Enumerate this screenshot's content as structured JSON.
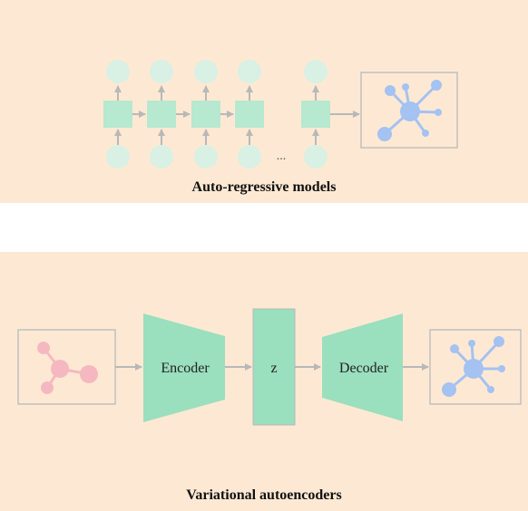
{
  "auto_regressive": {
    "caption": "Auto-regressive models",
    "ellipsis": "..."
  },
  "vae": {
    "caption": "Variational autoencoders",
    "encoder_label": "Encoder",
    "latent_label": "z",
    "decoder_label": "Decoder"
  },
  "colors": {
    "panel_bg": "#fde9d3",
    "node_circle": "#d9f0e4",
    "rnn_cell": "#b7e8d0",
    "vae_block": "#9adfbe",
    "arrow": "#b8b8b8",
    "frame": "#c0c0c0",
    "molecule_blue": "#a4c2f2",
    "molecule_pink": "#f5b8c1"
  }
}
